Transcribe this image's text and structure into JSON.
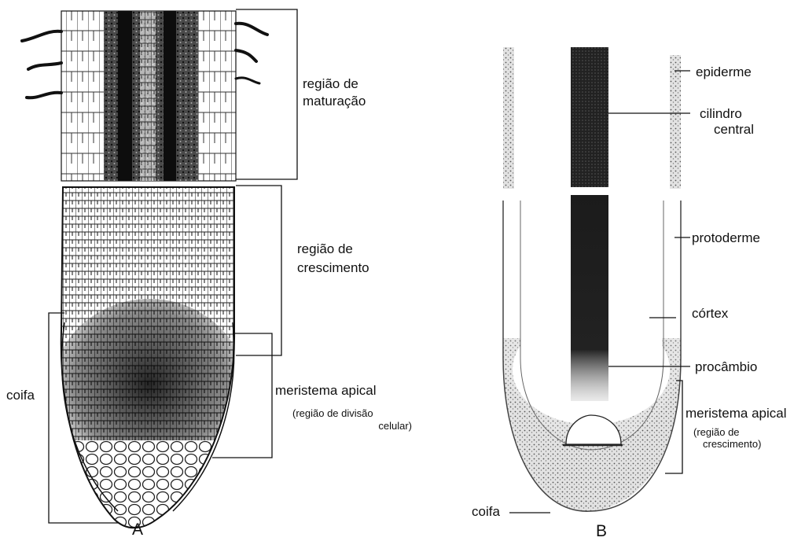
{
  "panel_a": {
    "letter": "A",
    "labels": {
      "maturation_1": "região de",
      "maturation_2": "maturação",
      "growth_1": "região de",
      "growth_2": "crescimento",
      "coifa": "coifa",
      "meristem": "meristema apical",
      "meristem_sub_1": "(região de divisão",
      "meristem_sub_2": "celular)"
    }
  },
  "panel_b": {
    "letter": "B",
    "labels": {
      "epiderme": "epiderme",
      "cilindro_1": "cilindro",
      "cilindro_2": "central",
      "protoderme": "protoderme",
      "cortex": "córtex",
      "procambio": "procâmbio",
      "meristem": "meristema apical",
      "meristem_sub_1": "(região de",
      "meristem_sub_2": "crescimento)",
      "coifa": "coifa"
    }
  },
  "colors": {
    "ink": "#111111",
    "tissue_dark": "#1c1c1c",
    "tissue_mid": "#6a6a6a",
    "tissue_light": "#bdbdbd",
    "paper": "#ffffff"
  }
}
